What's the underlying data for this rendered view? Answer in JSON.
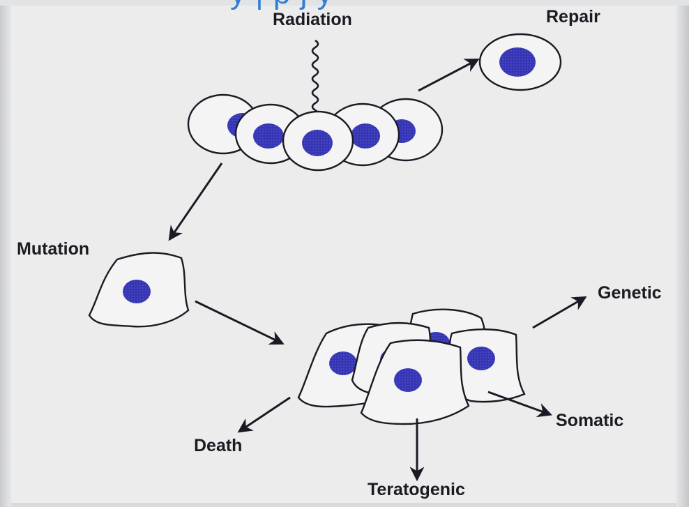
{
  "overlay": {
    "text": "y     | p  j     y"
  },
  "labels": {
    "radiation": "Radiation",
    "repair": "Repair",
    "mutation": "Mutation",
    "genetic": "Genetic",
    "somatic": "Somatic",
    "death": "Death",
    "teratogenic": "Teratogenic"
  },
  "colors": {
    "nucleus": "#3636b4",
    "cell_fill": "#f4f4f4",
    "outline": "#1a1a24",
    "overlay_text": "#2f7fd0"
  }
}
